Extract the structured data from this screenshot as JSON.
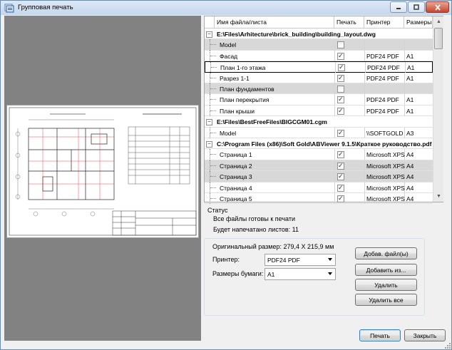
{
  "window": {
    "title": "Групповая печать"
  },
  "grid": {
    "columns": [
      "Имя файла/листа",
      "Печать",
      "Принтер",
      "Размеры"
    ],
    "rows": [
      {
        "type": "file",
        "name": "E:\\Files\\Arhitecture\\brick_building\\building_layout.dwg"
      },
      {
        "type": "sheet",
        "name": "Model",
        "print": false,
        "printer": "",
        "size": "",
        "shaded": true
      },
      {
        "type": "sheet",
        "name": "Фасад",
        "print": true,
        "printer": "PDF24 PDF",
        "size": "A1",
        "shaded": false
      },
      {
        "type": "sheet",
        "name": "План 1-го этажа",
        "print": true,
        "printer": "PDF24 PDF",
        "size": "A1",
        "shaded": false,
        "selected": true
      },
      {
        "type": "sheet",
        "name": "Разрез 1-1",
        "print": true,
        "printer": "PDF24 PDF",
        "size": "A1",
        "shaded": false
      },
      {
        "type": "sheet",
        "name": "План фундаментов",
        "print": false,
        "printer": "",
        "size": "",
        "shaded": true
      },
      {
        "type": "sheet",
        "name": "План перекрытия",
        "print": true,
        "printer": "PDF24 PDF",
        "size": "A1",
        "shaded": false
      },
      {
        "type": "sheet",
        "name": "План крыши",
        "print": true,
        "printer": "PDF24 PDF",
        "size": "A1",
        "shaded": false
      },
      {
        "type": "file",
        "name": "E:\\Files\\BestFreeFiles\\BIGCGM01.cgm"
      },
      {
        "type": "sheet",
        "name": "Model",
        "print": true,
        "printer": "\\\\SOFTGOLD",
        "size": "A3",
        "shaded": false
      },
      {
        "type": "file",
        "name": "C:\\Program Files (x86)\\Soft Gold\\ABViewer 9.1.5\\Краткое руководство.pdf"
      },
      {
        "type": "sheet",
        "name": "Страница 1",
        "print": true,
        "printer": "Microsoft XPS",
        "size": "A4",
        "shaded": false
      },
      {
        "type": "sheet",
        "name": "Страница 2",
        "print": true,
        "printer": "Microsoft XPS",
        "size": "A4",
        "shaded": true
      },
      {
        "type": "sheet",
        "name": "Страница 3",
        "print": true,
        "printer": "Microsoft XPS",
        "size": "A4",
        "shaded": true
      },
      {
        "type": "sheet",
        "name": "Страница 4",
        "print": true,
        "printer": "Microsoft XPS",
        "size": "A4",
        "shaded": false
      },
      {
        "type": "sheet",
        "name": "Страница 5",
        "print": true,
        "printer": "Microsoft XPS",
        "size": "A4",
        "shaded": false
      }
    ]
  },
  "status": {
    "title": "Статус",
    "line1": "Все файлы готовы к печати",
    "line2": "Будет напечатано листов: 11"
  },
  "options": {
    "original_size": "Оригинальный размер: 279,4 X 215,9 мм",
    "printer_label": "Принтер:",
    "printer_value": "PDF24 PDF",
    "paper_label": "Размеры бумаги:",
    "paper_value": "A1"
  },
  "buttons": {
    "add_files": "Добав. файл(ы)",
    "add_from": "Добавить из...",
    "remove": "Удалить",
    "remove_all": "Удалить все",
    "print": "Печать",
    "close": "Закрыть"
  },
  "icons": {
    "app": "printer-stack-icon",
    "minimize": "minimize-icon",
    "maximize": "maximize-icon",
    "close": "close-icon"
  },
  "colors": {
    "preview_bg": "#828282",
    "shaded_row": "#d8d8d8",
    "title_gradient_top": "#dbe8f6"
  }
}
